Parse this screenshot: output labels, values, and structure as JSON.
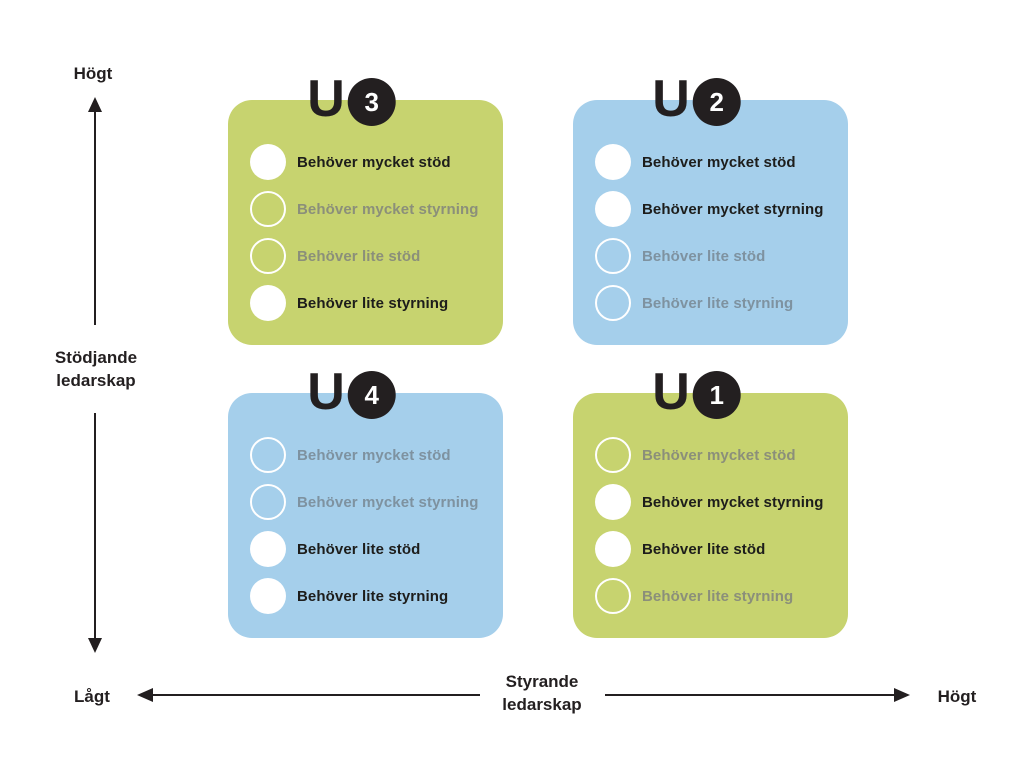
{
  "colors": {
    "bg": "#ffffff",
    "green": "#c7d36f",
    "blue": "#a5cfeb",
    "ink": "#231f20",
    "active-text": "#1d1d1b",
    "inactive-on-green": "#8b8f7a",
    "inactive-on-blue": "#7e92a0",
    "circle-fill": "#ffffff"
  },
  "axes": {
    "vertical": {
      "top_label": "Högt",
      "bottom_label": "Lågt",
      "title": "Stödjande\nledarskap"
    },
    "horizontal": {
      "right_label": "Högt",
      "title": "Styrande\nledarskap"
    }
  },
  "cards": [
    {
      "prefix": "U",
      "number": "3",
      "color": "green",
      "items": [
        {
          "label": "Behöver mycket stöd",
          "state": "active"
        },
        {
          "label": "Behöver mycket styrning",
          "state": "inactive"
        },
        {
          "label": "Behöver lite stöd",
          "state": "inactive"
        },
        {
          "label": "Behöver lite styrning",
          "state": "active"
        }
      ]
    },
    {
      "prefix": "U",
      "number": "2",
      "color": "blue",
      "items": [
        {
          "label": "Behöver mycket stöd",
          "state": "active"
        },
        {
          "label": "Behöver mycket styrning",
          "state": "active"
        },
        {
          "label": "Behöver lite stöd",
          "state": "inactive"
        },
        {
          "label": "Behöver lite styrning",
          "state": "inactive"
        }
      ]
    },
    {
      "prefix": "U",
      "number": "4",
      "color": "blue",
      "items": [
        {
          "label": "Behöver mycket stöd",
          "state": "inactive"
        },
        {
          "label": "Behöver mycket styrning",
          "state": "inactive"
        },
        {
          "label": "Behöver lite stöd",
          "state": "active"
        },
        {
          "label": "Behöver lite styrning",
          "state": "active"
        }
      ]
    },
    {
      "prefix": "U",
      "number": "1",
      "color": "green",
      "items": [
        {
          "label": "Behöver mycket stöd",
          "state": "inactive"
        },
        {
          "label": "Behöver mycket styrning",
          "state": "active"
        },
        {
          "label": "Behöver lite stöd",
          "state": "active"
        },
        {
          "label": "Behöver lite styrning",
          "state": "inactive"
        }
      ]
    }
  ]
}
